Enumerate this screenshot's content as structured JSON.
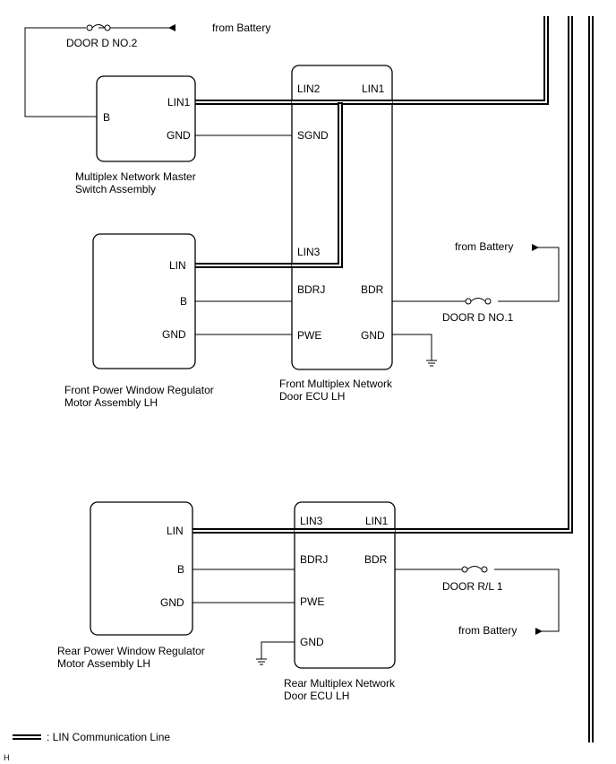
{
  "legend": {
    "text": ": LIN Communication Line"
  },
  "footer_mark": "H",
  "fuses": {
    "door_d_no2": "DOOR D NO.2",
    "door_d_no1": "DOOR D NO.1",
    "door_rl1": "DOOR R/L 1"
  },
  "battery": {
    "top": "from Battery",
    "mid": "from Battery",
    "bottom": "from Battery"
  },
  "master_switch": {
    "caption_line1": "Multiplex Network Master",
    "caption_line2": "Switch Assembly",
    "pins": {
      "lin1": "LIN1",
      "b": "B",
      "gnd": "GND"
    }
  },
  "front_motor": {
    "caption_line1": "Front Power Window Regulator",
    "caption_line2": "Motor Assembly LH",
    "pins": {
      "lin": "LIN",
      "b": "B",
      "gnd": "GND"
    }
  },
  "front_ecu": {
    "caption_line1": "Front Multiplex Network",
    "caption_line2": "Door ECU LH",
    "pins": {
      "lin2": "LIN2",
      "lin1": "LIN1",
      "sgnd": "SGND",
      "lin3": "LIN3",
      "bdrj": "BDRJ",
      "bdr": "BDR",
      "pwe": "PWE",
      "gnd": "GND"
    }
  },
  "rear_motor": {
    "caption_line1": "Rear Power Window Regulator",
    "caption_line2": "Motor Assembly LH",
    "pins": {
      "lin": "LIN",
      "b": "B",
      "gnd": "GND"
    }
  },
  "rear_ecu": {
    "caption_line1": "Rear Multiplex Network",
    "caption_line2": "Door ECU LH",
    "pins": {
      "lin3": "LIN3",
      "lin1": "LIN1",
      "bdrj": "BDRJ",
      "bdr": "BDR",
      "pwe": "PWE",
      "gnd": "GND"
    }
  }
}
